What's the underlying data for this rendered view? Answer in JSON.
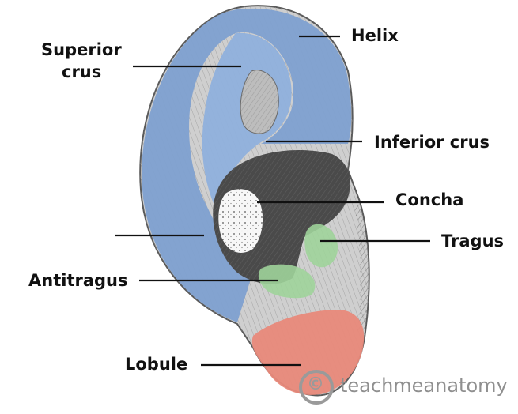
{
  "diagram": {
    "labels": {
      "helix": "Helix",
      "superior_crus_line1": "Superior",
      "superior_crus_line2": "crus",
      "inferior_crus": "Inferior crus",
      "concha": "Concha",
      "tragus": "Tragus",
      "antitragus": "Antitragus",
      "lobule": "Lobule"
    },
    "region_colors": {
      "helix_antihelix": "#7d9fd0",
      "tragus_antitragus": "#9ed39a",
      "lobule": "#e8897a"
    },
    "watermark": {
      "symbol": "©",
      "text": "teachmeanatomy"
    }
  }
}
